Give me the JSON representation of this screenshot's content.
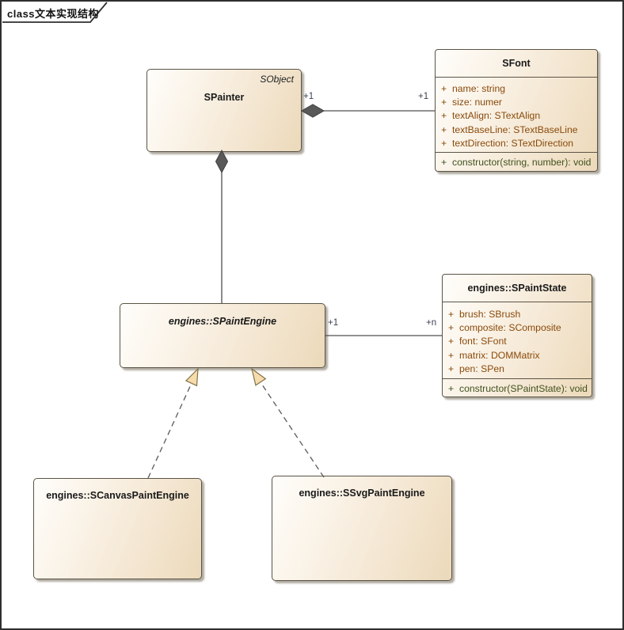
{
  "frame": {
    "label": "class文本实现结构"
  },
  "visibility_symbol": "+",
  "classes": {
    "spainter": {
      "name": "SPainter",
      "stereotype": "SObject"
    },
    "sfont": {
      "name": "SFont",
      "attributes": [
        {
          "text": "name: string"
        },
        {
          "text": "size: numer"
        },
        {
          "text": "textAlign: STextAlign"
        },
        {
          "text": "textBaseLine: STextBaseLine"
        },
        {
          "text": "textDirection: STextDirection"
        }
      ],
      "operations": [
        {
          "text": "constructor(string, number): void"
        }
      ]
    },
    "spaintengine": {
      "name": "engines::SPaintEngine"
    },
    "spaintstate": {
      "name": "engines::SPaintState",
      "attributes": [
        {
          "text": "brush: SBrush"
        },
        {
          "text": "composite: SComposite"
        },
        {
          "text": "font: SFont"
        },
        {
          "text": "matrix: DOMMatrix"
        },
        {
          "text": "pen: SPen"
        }
      ],
      "operations": [
        {
          "text": "constructor(SPaintState): void"
        }
      ]
    },
    "scanvaspaintengine": {
      "name": "engines::SCanvasPaintEngine"
    },
    "ssvgpaintengine": {
      "name": "engines::SSvgPaintEngine"
    }
  },
  "connectors": {
    "painter_font": {
      "type": "composition",
      "source_mult": "+1",
      "target_mult": "+1"
    },
    "painter_engine": {
      "type": "composition"
    },
    "engine_state": {
      "type": "association",
      "source_mult": "+1",
      "target_mult": "+n"
    },
    "canvas_realizes_engine": {
      "type": "realization"
    },
    "svg_realizes_engine": {
      "type": "realization"
    }
  },
  "colors": {
    "box_fill_light": "#fffefb",
    "box_fill_dark": "#ecd9ba",
    "box_border": "#5b5446",
    "attribute_text": "#8a4a0b",
    "operation_text": "#41521f",
    "line": "#4f4f4f",
    "diamond_fill": "#595959",
    "triangle_fill": "#f6dcaa",
    "triangle_border": "#83714c"
  }
}
